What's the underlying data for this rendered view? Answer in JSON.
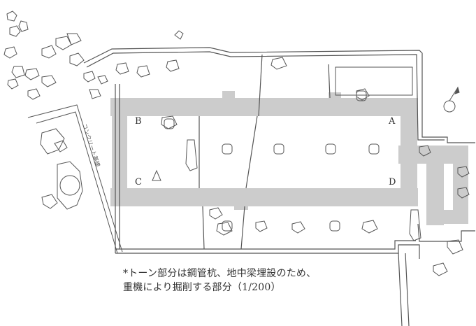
{
  "colors": {
    "tone": "#cccccc",
    "line": "#555555",
    "background": "#ffffff"
  },
  "labels": {
    "a": "A",
    "b": "B",
    "c": "C",
    "d": "D"
  },
  "vertical_label": "コンクリート基礎",
  "icons": [
    "north-arrow-icon"
  ],
  "note": {
    "line1": "*トーン部分は鋼管杭、地中梁埋設のため、",
    "line2": "重機により掘削する部分（1/200）"
  }
}
